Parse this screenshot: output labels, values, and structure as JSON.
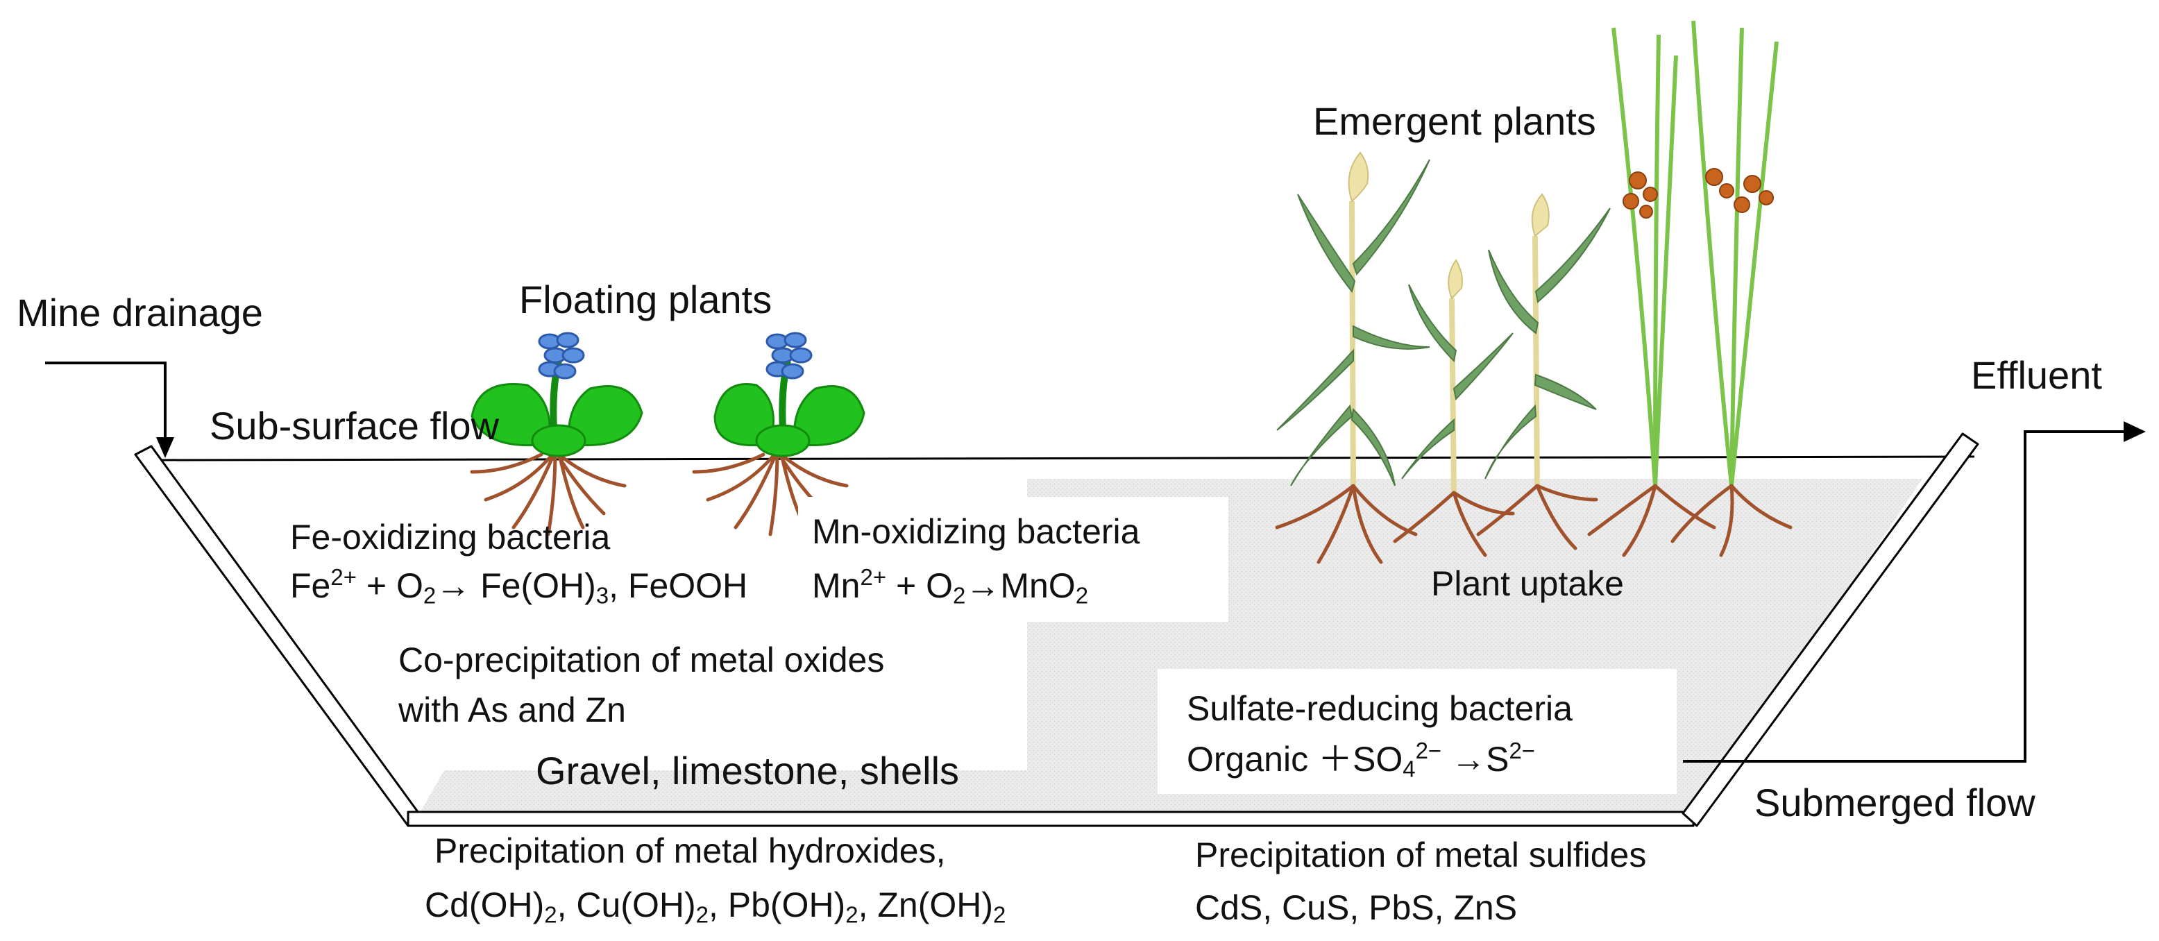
{
  "labels": {
    "mine_drainage": "Mine drainage",
    "floating_plants": "Floating plants",
    "sub_surface_flow": "Sub-surface flow",
    "emergent_plants": "Emergent plants",
    "effluent": "Effluent",
    "plant_uptake": "Plant uptake",
    "submerged_flow": "Submerged  flow",
    "gravel": "Gravel, limestone, shells"
  },
  "fe_bacteria": {
    "title": "Fe-oxidizing bacteria",
    "eq_fe": "Fe",
    "eq_fe_charge": "2+",
    "eq_plus_o": " + O",
    "eq_o_sub": "2",
    "eq_arrow_product": "→ Fe(OH)",
    "eq_product_sub": "3",
    "eq_tail": ", FeOOH"
  },
  "mn_bacteria": {
    "title": "Mn-oxidizing bacteria",
    "eq_mn": "Mn",
    "eq_mn_charge": "2+",
    "eq_plus_o": " + O",
    "eq_o_sub": "2",
    "eq_arrow_product": "→MnO",
    "eq_product_sub": "2"
  },
  "coprecipitation": {
    "line1": "Co-precipitation of metal oxides",
    "line2": "with As and Zn"
  },
  "sulfate": {
    "title": "Sulfate-reducing bacteria",
    "eq_organic": "Organic ＋SO",
    "eq_so_sub": "4",
    "eq_so_sup": "2−",
    "eq_arrow": " →S",
    "eq_s_sup": "2−"
  },
  "hydroxides": {
    "line1": "Precipitation of metal hydroxides,",
    "items": [
      {
        "pre": "Cd(OH)",
        "sub": "2",
        "sep": ", "
      },
      {
        "pre": "Cu(OH)",
        "sub": "2",
        "sep": ", "
      },
      {
        "pre": "Pb(OH)",
        "sub": "2",
        "sep": ", "
      },
      {
        "pre": "Zn(OH)",
        "sub": "2",
        "sep": ""
      }
    ]
  },
  "sulfides": {
    "line1": "Precipitation of metal sulfides",
    "line2": "CdS, CuS, PbS, ZnS"
  },
  "colors": {
    "leaf": "#22c21e",
    "leaf_dark": "#138a10",
    "flower": "#5b8fe0",
    "root": "#a0522d",
    "reed_stem": "#e3d79a",
    "reed_leaf": "#6fa165",
    "rush_stem": "#7bc44b",
    "rush_flower": "#c8641e",
    "gravel_fill": "#e9e9e9",
    "basin_wall": "#ffffff",
    "line": "#000000"
  }
}
